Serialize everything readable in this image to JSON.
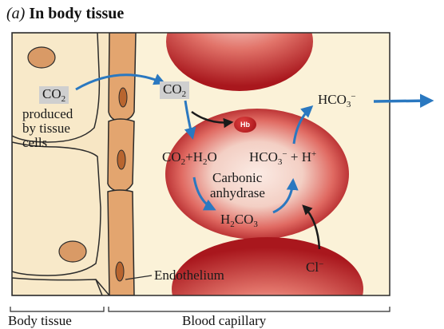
{
  "title": {
    "part": "(a)",
    "heading": "In body tissue"
  },
  "labels": {
    "co2_left_main": "CO",
    "co2_left_sub": "2",
    "produced_line1": "produced",
    "produced_line2": "by tissue",
    "produced_line3": "cells",
    "co2_right_main": "CO",
    "co2_right_sub": "2",
    "hb": "Hb",
    "hco3_top_main": "HCO",
    "hco3_top_sub": "3",
    "hco3_top_sup": "−",
    "eq_co2": "CO",
    "eq_co2_sub": "2",
    "eq_plus1": "+",
    "eq_h2o_h": "H",
    "eq_h2o_sub": "2",
    "eq_h2o_o": "O",
    "eq_hco3": "HCO",
    "eq_hco3_sub": "3",
    "eq_hco3_sup": "−",
    "eq_plus2": "+",
    "eq_h": "H",
    "eq_h_sup": "+",
    "carbonic_line1": "Carbonic",
    "carbonic_line2": "anhydrase",
    "h2co3_h": "H",
    "h2co3_sub1": "2",
    "h2co3_co": "CO",
    "h2co3_sub2": "3",
    "cl": "Cl",
    "cl_sup": "−",
    "endothelium": "Endothelium",
    "bottom_left": "Body tissue",
    "bottom_right": "Blood capillary"
  },
  "colors": {
    "tissue": "#f7e6c4",
    "capillary_bg": "#fbf2d8",
    "cell_fill": "#f8e9c9",
    "nucleus": "#d99a66",
    "endothelium": "#e3a56f",
    "rbc_outer": "#b51f24",
    "rbc_inner": "#f6d7cc",
    "arrow_blue": "#2a78c0",
    "outline": "#2b2b2b"
  }
}
